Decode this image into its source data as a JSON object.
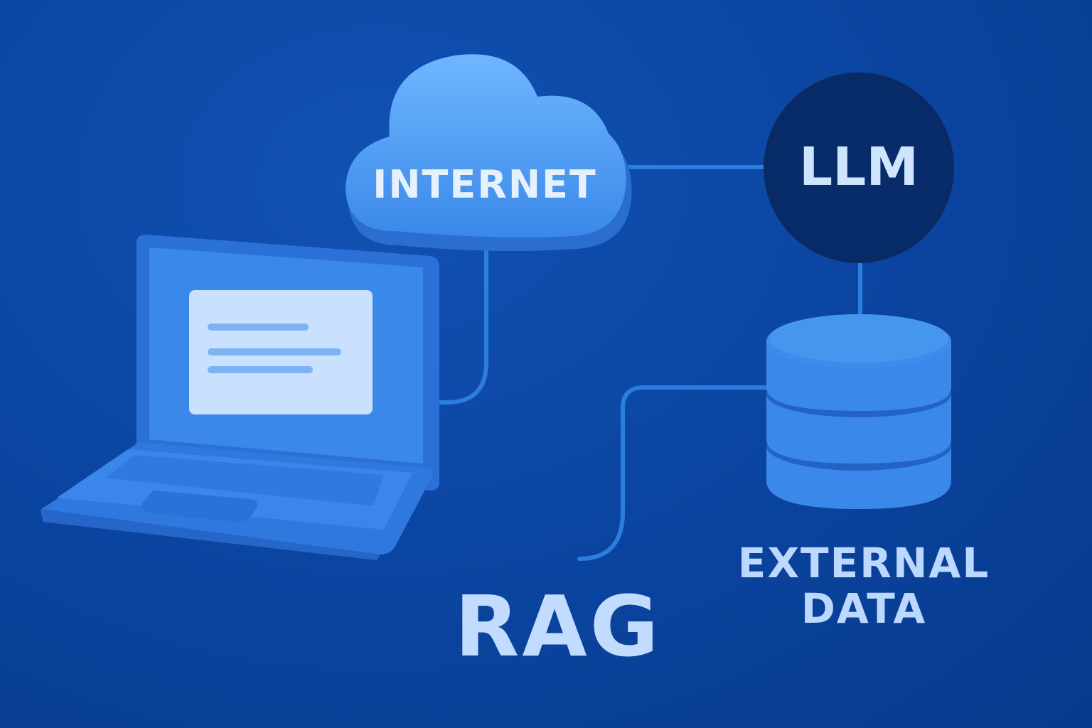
{
  "nodes": {
    "internet": {
      "label": "INTERNET"
    },
    "llm": {
      "label": "LLM"
    },
    "external_data": {
      "line1": "EXTERNAL",
      "line2": "DATA"
    }
  },
  "title": "RAG",
  "colors": {
    "background": "#0b46a3",
    "connector": "#2b7de0",
    "cloud": "#4a98ee",
    "llm_circle": "#082f6b",
    "database": "#3a89ea",
    "laptop": "#3384e6",
    "label_text": "#cfe4ff"
  },
  "icons": [
    "cloud-icon",
    "laptop-icon",
    "database-icon",
    "llm-circle"
  ]
}
